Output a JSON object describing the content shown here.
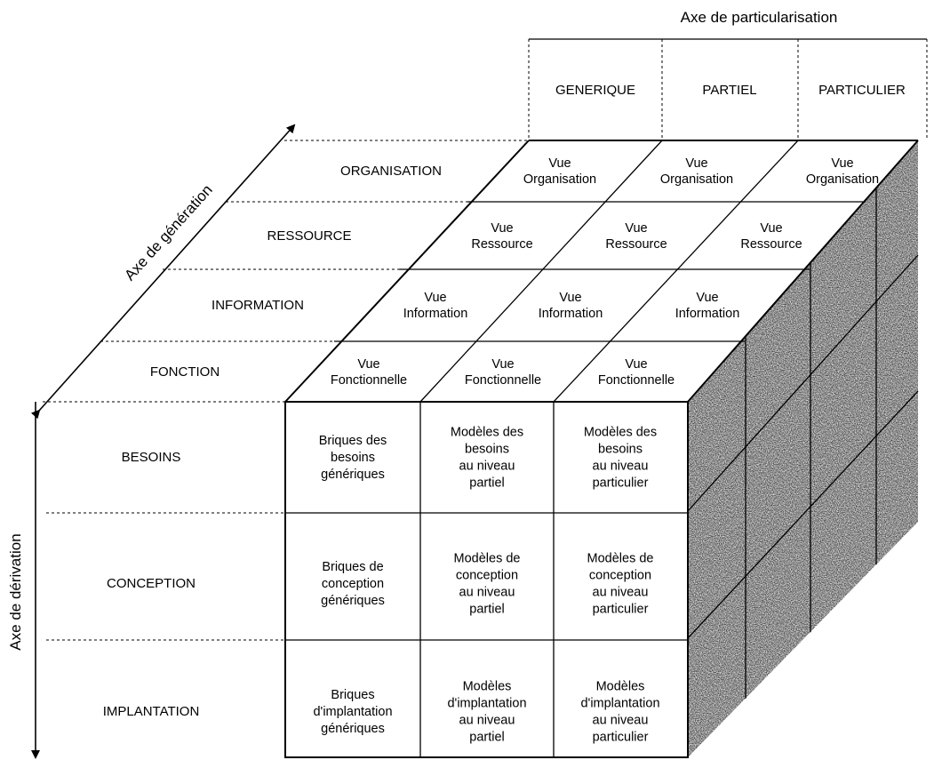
{
  "axes": {
    "particularisation": "Axe de particularisation",
    "generation": "Axe de génération",
    "derivation": "Axe de dérivation"
  },
  "columns": [
    "GENERIQUE",
    "PARTIEL",
    "PARTICULIER"
  ],
  "views": [
    "ORGANISATION",
    "RESSOURCE",
    "INFORMATION",
    "FONCTION"
  ],
  "view_cells": [
    [
      "Vue",
      "Organisation"
    ],
    [
      "Vue",
      "Ressource"
    ],
    [
      "Vue",
      "Information"
    ],
    [
      "Vue",
      "Fonctionnelle"
    ]
  ],
  "levels": [
    "BESOINS",
    "CONCEPTION",
    "IMPLANTATION"
  ],
  "front_cells": [
    [
      [
        "Briques des",
        "besoins",
        "génériques"
      ],
      [
        "Modèles des",
        "besoins",
        "au niveau",
        "partiel"
      ],
      [
        "Modèles des",
        "besoins",
        "au niveau",
        "particulier"
      ]
    ],
    [
      [
        "Briques de",
        "conception",
        "génériques"
      ],
      [
        "Modèles de",
        "conception",
        "au niveau",
        "partiel"
      ],
      [
        "Modèles de",
        "conception",
        "au niveau",
        "particulier"
      ]
    ],
    [
      [
        "Briques",
        "d'implantation",
        "génériques"
      ],
      [
        "Modèles",
        "d'implantation",
        "au niveau",
        "partiel"
      ],
      [
        "Modèles",
        "d'implantation",
        "au niveau",
        "particulier"
      ]
    ]
  ]
}
